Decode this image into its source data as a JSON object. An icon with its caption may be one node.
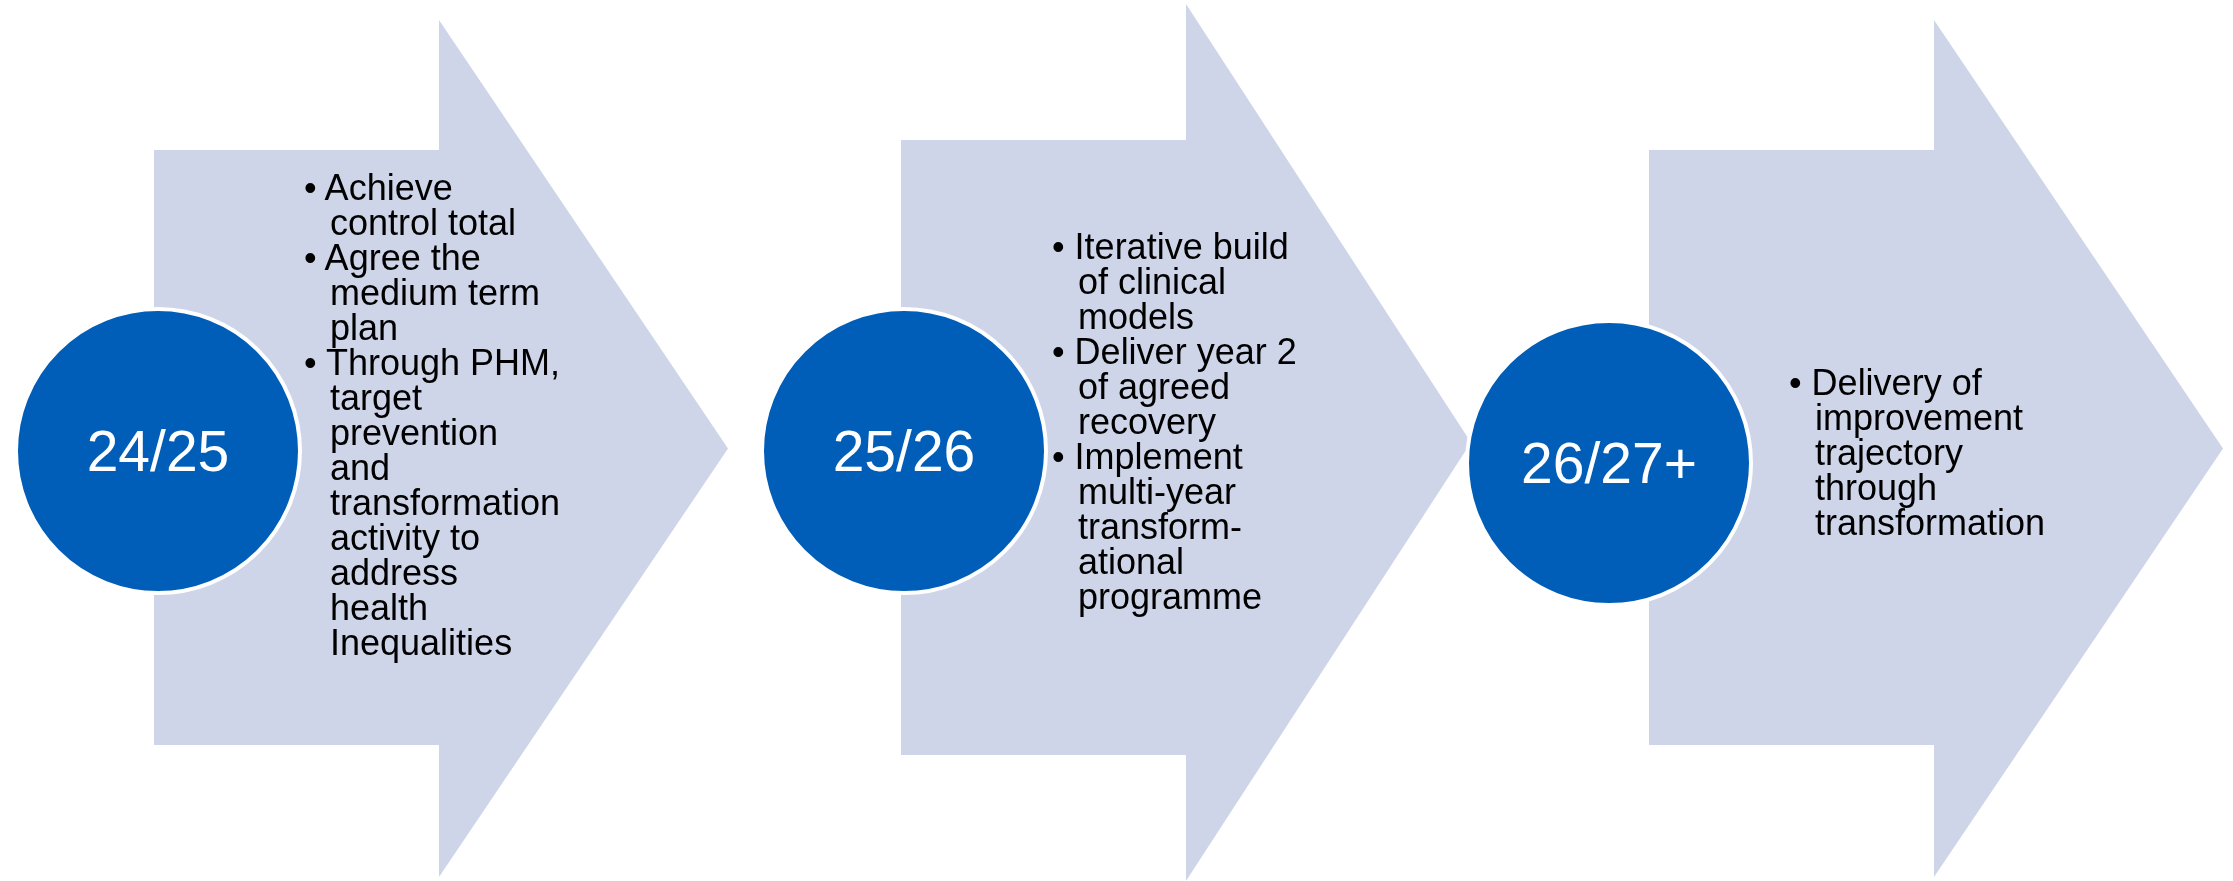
{
  "diagram": {
    "nodes": [
      {
        "text": [
          "24/25"
        ]
      },
      {
        "text": [
          "• Achieve control total",
          "• Agree the medium term plan",
          "• Through PHM, target prevention and transformation activity to address health Inequalities"
        ]
      },
      {
        "text": [
          "25/26"
        ]
      },
      {
        "text": [
          "• Iterative build of clinical models",
          "• Deliver year 2 of agreed recovery",
          "• Implement multi-year transform-ational programme"
        ]
      },
      {
        "text": [
          "26/27+"
        ]
      },
      {
        "text": [
          "• Delivery of improvement trajectory through transformation"
        ]
      }
    ]
  }
}
